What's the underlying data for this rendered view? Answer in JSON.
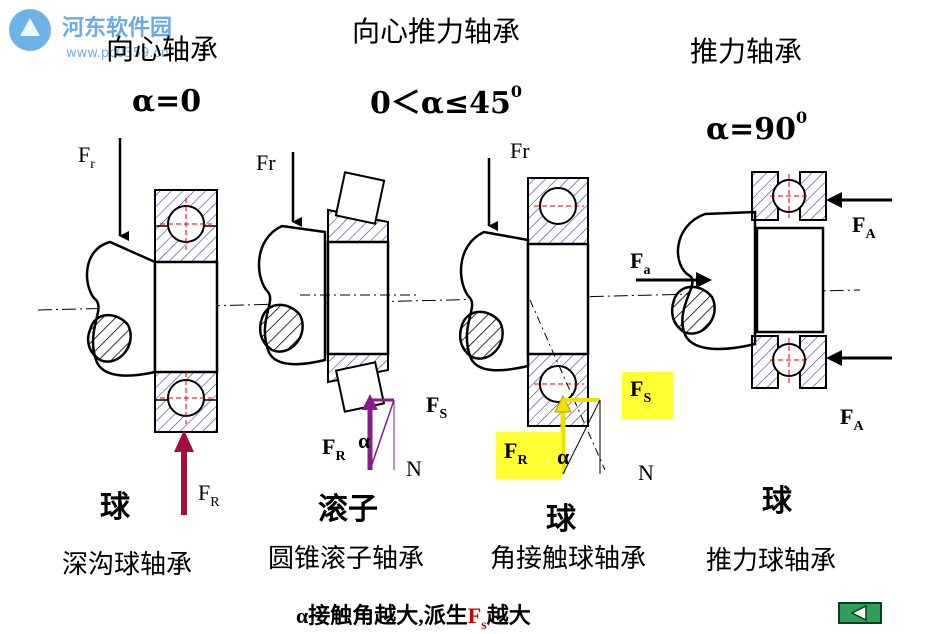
{
  "watermark": {
    "site_name": "河东软件园",
    "site_url": "www.pc0359.cn"
  },
  "sections": [
    {
      "title": "向心轴承",
      "alpha_text": "α=0",
      "element": "球",
      "name": "深沟球轴承"
    },
    {
      "title": "向心推力轴承",
      "alpha_text": "0＜α≤45",
      "alpha_sup": "0",
      "element_roller": "滚子",
      "element_ball": "球",
      "name_roller": "圆锥滚子轴承",
      "name_ball": "角接触球轴承"
    },
    {
      "title": "推力轴承",
      "alpha_text": "α=90",
      "alpha_sup": "0",
      "element": "球",
      "name": "推力球轴承"
    }
  ],
  "labels": {
    "F": "F",
    "r": "r",
    "Fr": "Fr",
    "R": "R",
    "S": "S",
    "a": "a",
    "A": "A",
    "alpha": "α",
    "N": "N"
  },
  "caption": {
    "part1": "α接触角越大,派生",
    "fs_F": "F",
    "fs_s": "s",
    "part2": "越大"
  },
  "nav": {
    "icon": "triangle-left-icon"
  },
  "colors": {
    "force_arrow": "#a0103a",
    "purple_arrow": "#8b1a8b",
    "yellow_arrow": "#f0e000",
    "highlight": "#ffff33",
    "hatch_blue": "#3a3aa0",
    "centerline_red": "#e00000"
  }
}
